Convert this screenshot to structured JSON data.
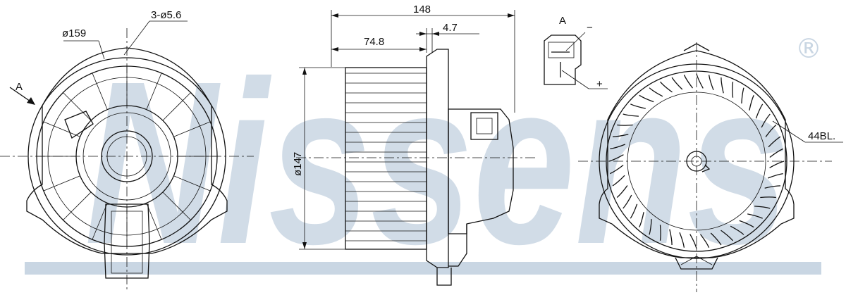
{
  "brand": {
    "watermark": "Nissens",
    "registered_mark": "®",
    "watermark_color": "#c9d6e3"
  },
  "dimensions": {
    "outer_diameter": "ø159",
    "holes": "3-ø5.6",
    "overall_length": "148",
    "wheel_length": "74.8",
    "flange_gap": "4.7",
    "wheel_diameter": "ø147",
    "blade_count": "44BL."
  },
  "connector": {
    "view_label": "A",
    "minus_label": "−",
    "plus_label": "+"
  },
  "views": {
    "arrow_label": "A"
  },
  "colors": {
    "line": "#111111",
    "background": "#ffffff"
  }
}
